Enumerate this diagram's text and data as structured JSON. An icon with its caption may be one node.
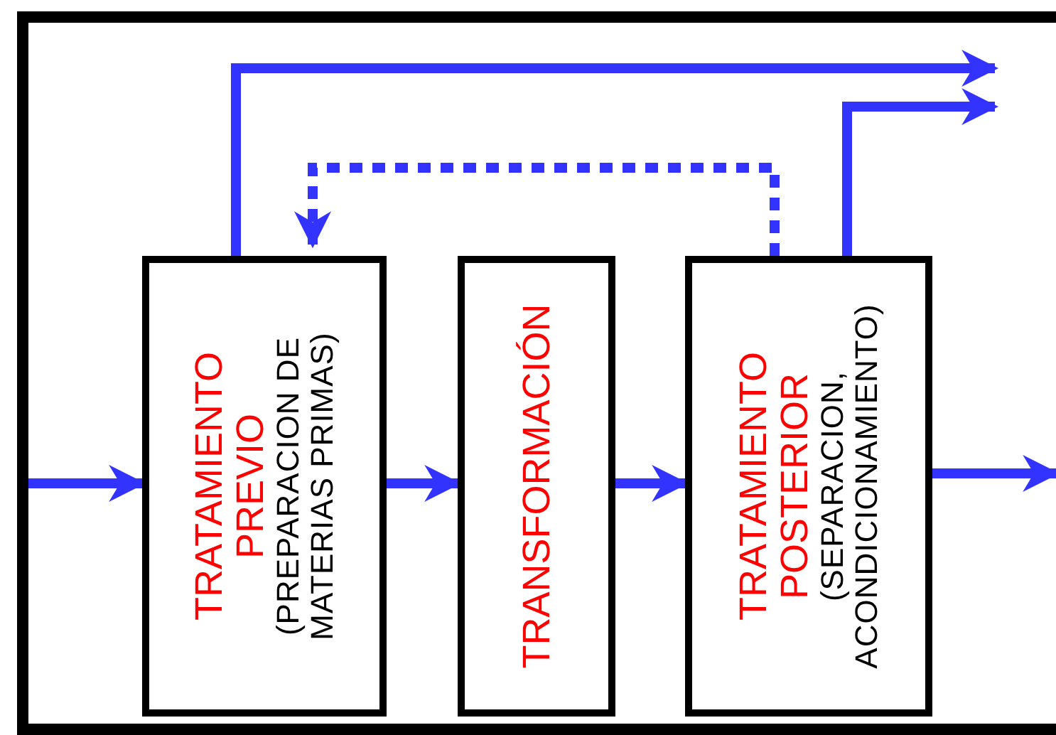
{
  "diagram": {
    "nodes": [
      {
        "text": [
          "TRATAMIENTO PREVIO",
          "(PREPARACION DE MATERIAS PRIMAS)"
        ]
      },
      {
        "text": [
          "TRANSFORMACIÓN"
        ]
      },
      {
        "text": [
          "TRATAMIENTO POSTERIOR",
          "(SEPARACION, ACONDICIONAMIENTO)"
        ]
      }
    ],
    "edges": [
      {
        "from": null,
        "to": 0,
        "arrow": "to"
      },
      {
        "from": 0,
        "to": 1,
        "arrow": "to"
      },
      {
        "from": 1,
        "to": 2,
        "arrow": "to"
      },
      {
        "from": 2,
        "to": null,
        "arrow": "to"
      },
      {
        "from": 0,
        "to": null,
        "arrow": "to"
      },
      {
        "from": 2,
        "to": null,
        "arrow": "to"
      },
      {
        "from": 2,
        "to": 0,
        "arrow": "to",
        "style": "dashed"
      }
    ]
  }
}
